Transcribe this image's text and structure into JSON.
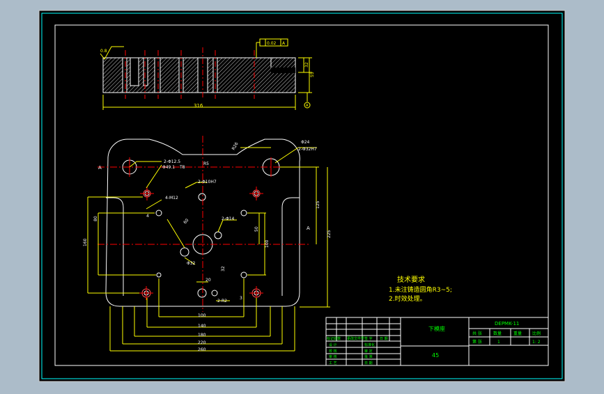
{
  "drawing": {
    "flatness_tolerance": "0.02",
    "flatness_datum": "A",
    "roughness": "0.8",
    "datum_label": "A",
    "section_label": "A",
    "section_label_right": "A"
  },
  "top_view_dims": {
    "length": "316",
    "h1": "32",
    "h2": "55"
  },
  "plan_dims": {
    "d1": "2-Φ12.5",
    "d2": "Φ49.1",
    "d3": "T8",
    "d4": "R5",
    "d5": "2-Φ10H7",
    "d6": "4-M12",
    "d7": "2-Φ14",
    "d8": "Φ32",
    "d9": "Φ24",
    "d10": "2-Φ32H7",
    "d11": "R26",
    "d12": "20",
    "d13": "2-R2",
    "d14": "32",
    "d15": "60",
    "d16": "50",
    "d17": "80",
    "d18": "160",
    "d19": "100",
    "d20": "125",
    "d21": "225",
    "d22": "4",
    "d23": "3",
    "b1": "100",
    "b2": "140",
    "b3": "180",
    "b4": "220",
    "b5": "260"
  },
  "notes": {
    "title": "技术要求",
    "line1": "1.未注铸造圆角R3~5;",
    "line2": "2.时效处理。"
  },
  "title_block": {
    "part_name": "下模座",
    "drawing_no": "DEPMK-11",
    "material": "45",
    "col1": "共 张",
    "col2": "数量",
    "col3": "重量",
    "col4": "比例",
    "sheet": "第 张",
    "qty": "1",
    "scale": "1: 2",
    "r1a": "标记处数",
    "r1b": "更改文件号",
    "r1c": "签 字",
    "r1d": "日 期",
    "r2a": "设 计",
    "r2b": "标准化",
    "r3a": "校 核",
    "r3b": "审 定",
    "r4a": "审 核",
    "r4b": "批 准",
    "r5a": "工 艺",
    "r5b": "日 期"
  }
}
